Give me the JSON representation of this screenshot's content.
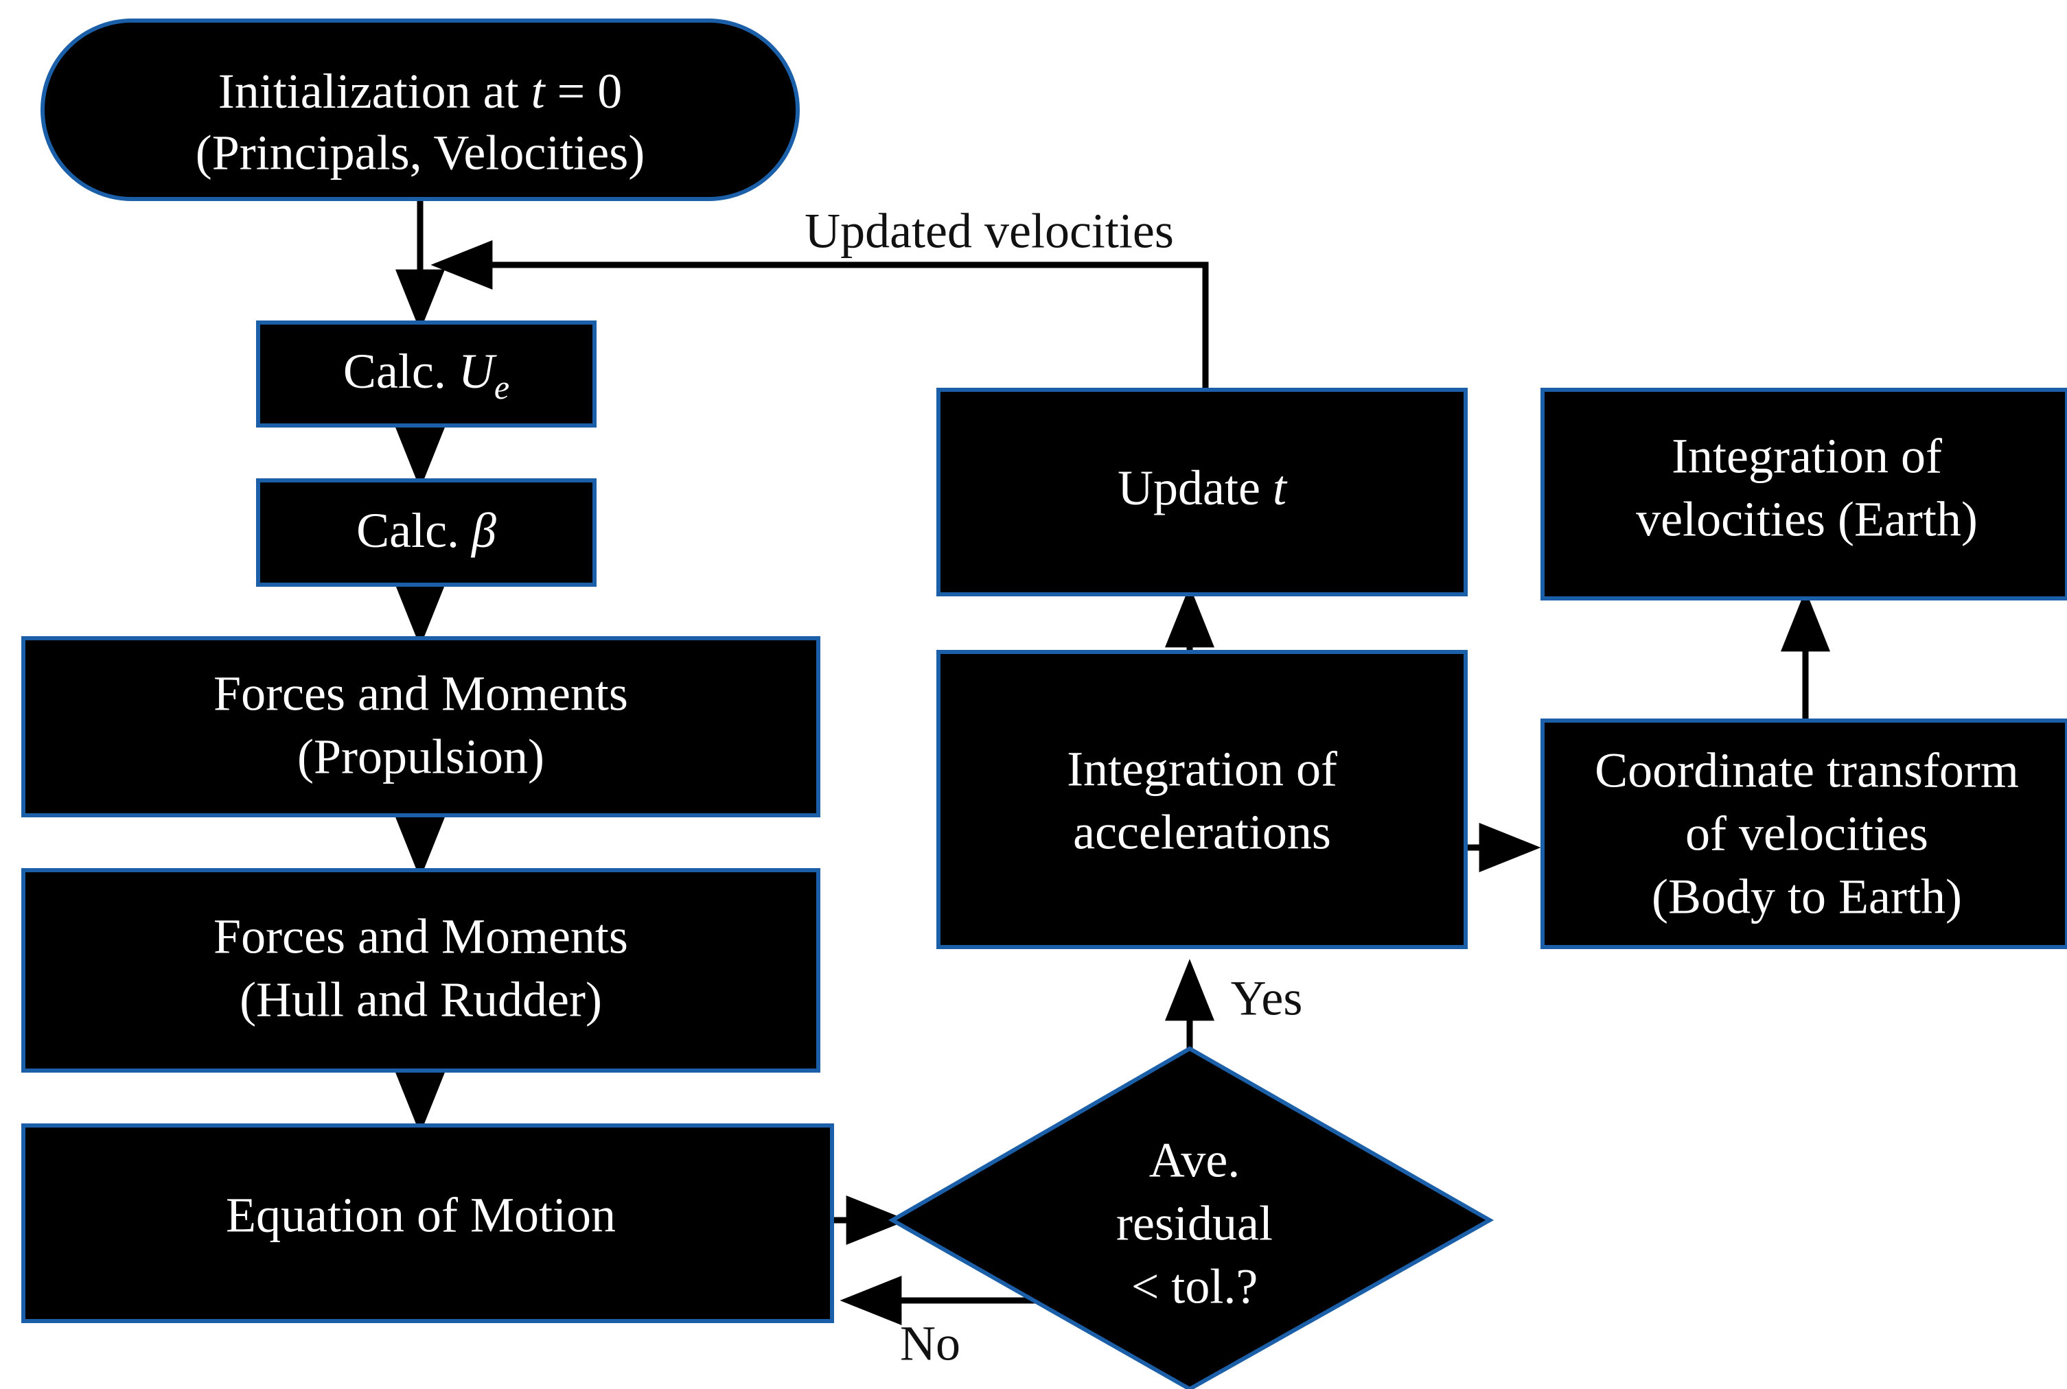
{
  "diagram": {
    "title_present": false,
    "colors": {
      "node_fill": "#000000",
      "node_border": "#1a5fa8",
      "node_text": "#ffffff",
      "edge": "#000000",
      "edge_label": "#111111",
      "background": "#ffffff"
    },
    "nodes": [
      {
        "id": "initialization",
        "shape": "rounded-rectangle",
        "lines": [
          "Initialization at ",
          "t",
          " = 0",
          "(Principals, Velocities)"
        ],
        "line1_pre": "Initialization at ",
        "line1_var": "t",
        "line1_post": " = 0",
        "line2": "(Principals, Velocities)"
      },
      {
        "id": "calc-ue",
        "shape": "rectangle",
        "line1_pre": "Calc. ",
        "line1_var": "U",
        "line1_sub": "e"
      },
      {
        "id": "calc-beta",
        "shape": "rectangle",
        "line1_pre": "Calc. ",
        "line1_var": "β"
      },
      {
        "id": "forces-propulsion",
        "shape": "rectangle",
        "line1": "Forces and Moments",
        "line2": "(Propulsion)"
      },
      {
        "id": "forces-hull-rudder",
        "shape": "rectangle",
        "line1": "Forces and Moments",
        "line2": "(Hull and Rudder)"
      },
      {
        "id": "equation-of-motion",
        "shape": "rectangle",
        "line1": "Equation of Motion"
      },
      {
        "id": "decision-residual",
        "shape": "diamond",
        "line1": "Ave.",
        "line2": "residual",
        "line3": "< tol.?"
      },
      {
        "id": "integration-accelerations",
        "shape": "rectangle",
        "line1": "Integration of",
        "line2": "accelerations"
      },
      {
        "id": "update-t",
        "shape": "rectangle",
        "line1_pre": "Update ",
        "line1_var": "t"
      },
      {
        "id": "coordinate-transform",
        "shape": "rectangle",
        "line1": "Coordinate transform",
        "line2": "of velocities",
        "line3": "(Body to Earth)"
      },
      {
        "id": "integration-velocities",
        "shape": "rectangle",
        "line1": "Integration of",
        "line2": "velocities (Earth)"
      }
    ],
    "edge_labels": {
      "updated_velocities": "Updated velocities",
      "yes": "Yes",
      "no": "No"
    },
    "edges": [
      {
        "from": "initialization",
        "to": "calc-ue",
        "label": ""
      },
      {
        "from": "calc-ue",
        "to": "calc-beta",
        "label": ""
      },
      {
        "from": "calc-beta",
        "to": "forces-propulsion",
        "label": ""
      },
      {
        "from": "forces-propulsion",
        "to": "forces-hull-rudder",
        "label": ""
      },
      {
        "from": "forces-hull-rudder",
        "to": "equation-of-motion",
        "label": ""
      },
      {
        "from": "equation-of-motion",
        "to": "decision-residual",
        "label": ""
      },
      {
        "from": "decision-residual",
        "to": "equation-of-motion",
        "label": "No"
      },
      {
        "from": "decision-residual",
        "to": "integration-accelerations",
        "label": "Yes"
      },
      {
        "from": "integration-accelerations",
        "to": "update-t",
        "label": ""
      },
      {
        "from": "integration-accelerations",
        "to": "coordinate-transform",
        "label": ""
      },
      {
        "from": "coordinate-transform",
        "to": "integration-velocities",
        "label": ""
      },
      {
        "from": "update-t",
        "to": "calc-ue",
        "label": "Updated velocities"
      }
    ]
  }
}
